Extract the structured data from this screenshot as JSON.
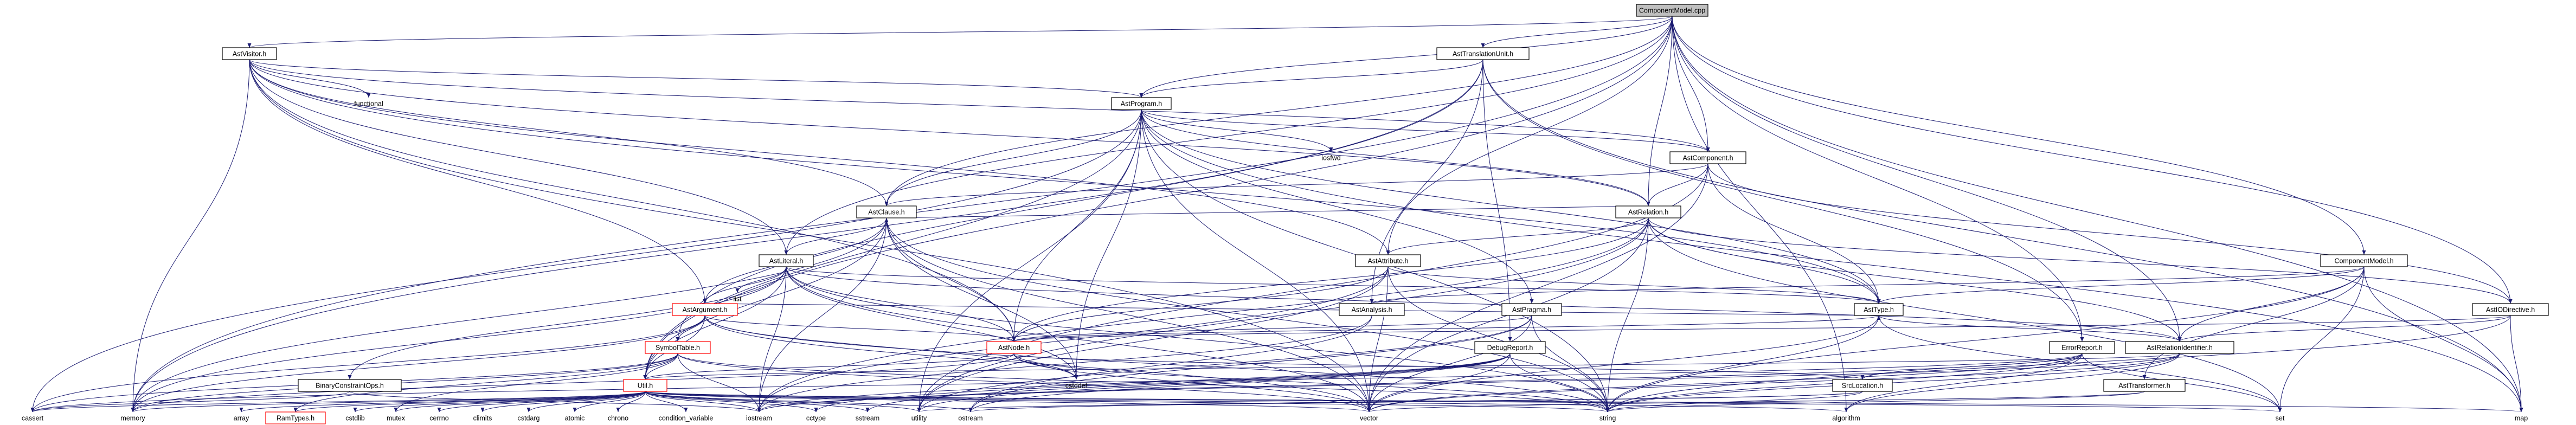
{
  "graph": {
    "title": "ComponentModel.cpp",
    "edge_color": "#191970",
    "root_fill": "#bfbfbf",
    "truncated_border": "#ff0000",
    "nodes": [
      {
        "id": "componentmodel_cpp",
        "label": "ComponentModel.cpp",
        "style": "root"
      },
      {
        "id": "astvisitor_h",
        "label": "AstVisitor.h"
      },
      {
        "id": "asttranslationunit_h",
        "label": "AstTranslationUnit.h"
      },
      {
        "id": "functional",
        "label": "functional",
        "style": "plain"
      },
      {
        "id": "astprogram_h",
        "label": "AstProgram.h"
      },
      {
        "id": "iosfwd",
        "label": "iosfwd",
        "style": "plain"
      },
      {
        "id": "astcomponent_h",
        "label": "AstComponent.h"
      },
      {
        "id": "astrelation_h",
        "label": "AstRelation.h"
      },
      {
        "id": "astclause_h",
        "label": "AstClause.h"
      },
      {
        "id": "astattribute_h",
        "label": "AstAttribute.h"
      },
      {
        "id": "componentmodel_h",
        "label": "ComponentModel.h"
      },
      {
        "id": "astliteral_h",
        "label": "AstLiteral.h"
      },
      {
        "id": "list",
        "label": "list",
        "style": "plain"
      },
      {
        "id": "astargument_h",
        "label": "AstArgument.h",
        "style": "trunc"
      },
      {
        "id": "astanalysis_h",
        "label": "AstAnalysis.h"
      },
      {
        "id": "astpragma_h",
        "label": "AstPragma.h"
      },
      {
        "id": "asttype_h",
        "label": "AstType.h"
      },
      {
        "id": "astiodirective_h",
        "label": "AstIODirective.h"
      },
      {
        "id": "symboltable_h",
        "label": "SymbolTable.h",
        "style": "trunc"
      },
      {
        "id": "astnode_h",
        "label": "AstNode.h",
        "style": "trunc"
      },
      {
        "id": "debugreport_h",
        "label": "DebugReport.h"
      },
      {
        "id": "errorreport_h",
        "label": "ErrorReport.h"
      },
      {
        "id": "astrelationidentifier_h",
        "label": "AstRelationIdentifier.h"
      },
      {
        "id": "binaryconstraintops_h",
        "label": "BinaryConstraintOps.h"
      },
      {
        "id": "cstddef",
        "label": "cstddef",
        "style": "plain"
      },
      {
        "id": "srclocation_h",
        "label": "SrcLocation.h"
      },
      {
        "id": "asttransformer_h",
        "label": "AstTransformer.h"
      },
      {
        "id": "util_h",
        "label": "Util.h",
        "style": "trunc"
      },
      {
        "id": "cassert",
        "label": "cassert",
        "style": "plain"
      },
      {
        "id": "memory",
        "label": "memory",
        "style": "plain"
      },
      {
        "id": "array",
        "label": "array",
        "style": "plain"
      },
      {
        "id": "ramtypes_h",
        "label": "RamTypes.h",
        "style": "trunc"
      },
      {
        "id": "cstdlib",
        "label": "cstdlib",
        "style": "plain"
      },
      {
        "id": "mutex",
        "label": "mutex",
        "style": "plain"
      },
      {
        "id": "cerrno",
        "label": "cerrno",
        "style": "plain"
      },
      {
        "id": "climits",
        "label": "climits",
        "style": "plain"
      },
      {
        "id": "cstdarg",
        "label": "cstdarg",
        "style": "plain"
      },
      {
        "id": "atomic",
        "label": "atomic",
        "style": "plain"
      },
      {
        "id": "chrono",
        "label": "chrono",
        "style": "plain"
      },
      {
        "id": "condition_variable",
        "label": "condition_variable",
        "style": "plain"
      },
      {
        "id": "iostream",
        "label": "iostream",
        "style": "plain"
      },
      {
        "id": "cctype",
        "label": "cctype",
        "style": "plain"
      },
      {
        "id": "sstream",
        "label": "sstream",
        "style": "plain"
      },
      {
        "id": "utility",
        "label": "utility",
        "style": "plain"
      },
      {
        "id": "ostream",
        "label": "ostream",
        "style": "plain"
      },
      {
        "id": "vector",
        "label": "vector",
        "style": "plain"
      },
      {
        "id": "string",
        "label": "string",
        "style": "plain"
      },
      {
        "id": "algorithm",
        "label": "algorithm",
        "style": "plain"
      },
      {
        "id": "set",
        "label": "set",
        "style": "plain"
      },
      {
        "id": "map",
        "label": "map",
        "style": "plain"
      }
    ],
    "edges": [
      [
        "componentmodel_cpp",
        "astvisitor_h"
      ],
      [
        "componentmodel_cpp",
        "asttranslationunit_h"
      ],
      [
        "componentmodel_cpp",
        "astprogram_h"
      ],
      [
        "componentmodel_cpp",
        "astcomponent_h"
      ],
      [
        "componentmodel_cpp",
        "astrelation_h"
      ],
      [
        "componentmodel_cpp",
        "astclause_h"
      ],
      [
        "componentmodel_cpp",
        "astliteral_h"
      ],
      [
        "componentmodel_cpp",
        "astattribute_h"
      ],
      [
        "componentmodel_cpp",
        "componentmodel_h"
      ],
      [
        "componentmodel_cpp",
        "astiodirective_h"
      ],
      [
        "componentmodel_cpp",
        "astrelationidentifier_h"
      ],
      [
        "componentmodel_cpp",
        "errorreport_h"
      ],
      [
        "componentmodel_cpp",
        "util_h"
      ],
      [
        "componentmodel_cpp",
        "memory"
      ],
      [
        "componentmodel_cpp",
        "map"
      ],
      [
        "componentmodel_cpp",
        "algorithm"
      ],
      [
        "astvisitor_h",
        "functional"
      ],
      [
        "astvisitor_h",
        "astprogram_h"
      ],
      [
        "astvisitor_h",
        "astrelation_h"
      ],
      [
        "astvisitor_h",
        "astclause_h"
      ],
      [
        "astvisitor_h",
        "astliteral_h"
      ],
      [
        "astvisitor_h",
        "astargument_h"
      ],
      [
        "astvisitor_h",
        "astattribute_h"
      ],
      [
        "astvisitor_h",
        "asttype_h"
      ],
      [
        "astvisitor_h",
        "astnode_h"
      ],
      [
        "astvisitor_h",
        "astcomponent_h"
      ],
      [
        "astvisitor_h",
        "memory"
      ],
      [
        "astvisitor_h",
        "vector"
      ],
      [
        "asttranslationunit_h",
        "astprogram_h"
      ],
      [
        "asttranslationunit_h",
        "astanalysis_h"
      ],
      [
        "asttranslationunit_h",
        "symboltable_h"
      ],
      [
        "asttranslationunit_h",
        "debugreport_h"
      ],
      [
        "asttranslationunit_h",
        "errorreport_h"
      ],
      [
        "asttranslationunit_h",
        "map"
      ],
      [
        "asttranslationunit_h",
        "memory"
      ],
      [
        "astprogram_h",
        "iosfwd"
      ],
      [
        "astprogram_h",
        "astcomponent_h"
      ],
      [
        "astprogram_h",
        "astrelation_h"
      ],
      [
        "astprogram_h",
        "astclause_h"
      ],
      [
        "astprogram_h",
        "astpragma_h"
      ],
      [
        "astprogram_h",
        "asttype_h"
      ],
      [
        "astprogram_h",
        "astnode_h"
      ],
      [
        "astprogram_h",
        "util_h"
      ],
      [
        "astprogram_h",
        "cassert"
      ],
      [
        "astprogram_h",
        "map"
      ],
      [
        "astprogram_h",
        "string"
      ],
      [
        "astprogram_h",
        "vector"
      ],
      [
        "astprogram_h",
        "utility"
      ],
      [
        "astprogram_h",
        "cstddef"
      ],
      [
        "astcomponent_h",
        "astrelation_h"
      ],
      [
        "astcomponent_h",
        "astclause_h"
      ],
      [
        "astcomponent_h",
        "astiodirective_h"
      ],
      [
        "astcomponent_h",
        "asttype_h"
      ],
      [
        "astcomponent_h",
        "vector"
      ],
      [
        "astcomponent_h",
        "utility"
      ],
      [
        "astrelation_h",
        "astclause_h"
      ],
      [
        "astrelation_h",
        "astattribute_h"
      ],
      [
        "astrelation_h",
        "astiodirective_h"
      ],
      [
        "astrelation_h",
        "astrelationidentifier_h"
      ],
      [
        "astrelation_h",
        "asttype_h"
      ],
      [
        "astrelation_h",
        "astnode_h"
      ],
      [
        "astrelation_h",
        "set"
      ],
      [
        "astrelation_h",
        "vector"
      ],
      [
        "astrelation_h",
        "string"
      ],
      [
        "astrelation_h",
        "iostream"
      ],
      [
        "astrelation_h",
        "utility"
      ],
      [
        "astclause_h",
        "astliteral_h"
      ],
      [
        "astclause_h",
        "astargument_h"
      ],
      [
        "astclause_h",
        "astnode_h"
      ],
      [
        "astclause_h",
        "util_h"
      ],
      [
        "astclause_h",
        "cstddef"
      ],
      [
        "astclause_h",
        "memory"
      ],
      [
        "astclause_h",
        "vector"
      ],
      [
        "astclause_h",
        "string"
      ],
      [
        "astclause_h",
        "iostream"
      ],
      [
        "astliteral_h",
        "list"
      ],
      [
        "astliteral_h",
        "astargument_h"
      ],
      [
        "astliteral_h",
        "astnode_h"
      ],
      [
        "astliteral_h",
        "asttype_h"
      ],
      [
        "astliteral_h",
        "binaryconstraintops_h"
      ],
      [
        "astliteral_h",
        "astrelationidentifier_h"
      ],
      [
        "astliteral_h",
        "util_h"
      ],
      [
        "astliteral_h",
        "cstddef"
      ],
      [
        "astliteral_h",
        "memory"
      ],
      [
        "astliteral_h",
        "vector"
      ],
      [
        "astliteral_h",
        "string"
      ],
      [
        "astliteral_h",
        "iostream"
      ],
      [
        "astargument_h",
        "symboltable_h"
      ],
      [
        "astargument_h",
        "astnode_h"
      ],
      [
        "astargument_h",
        "asttype_h"
      ],
      [
        "astargument_h",
        "util_h"
      ],
      [
        "astargument_h",
        "cassert"
      ],
      [
        "astargument_h",
        "memory"
      ],
      [
        "astargument_h",
        "vector"
      ],
      [
        "astargument_h",
        "string"
      ],
      [
        "astargument_h",
        "cstddef"
      ],
      [
        "astattribute_h",
        "astnode_h"
      ],
      [
        "astattribute_h",
        "asttype_h"
      ],
      [
        "astattribute_h",
        "iostream"
      ],
      [
        "astattribute_h",
        "string"
      ],
      [
        "astattribute_h",
        "utility"
      ],
      [
        "astattribute_h",
        "vector"
      ],
      [
        "componentmodel_h",
        "astanalysis_h"
      ],
      [
        "componentmodel_h",
        "asttype_h"
      ],
      [
        "componentmodel_h",
        "astrelationidentifier_h"
      ],
      [
        "componentmodel_h",
        "asttransformer_h"
      ],
      [
        "componentmodel_h",
        "string"
      ],
      [
        "componentmodel_h",
        "set"
      ],
      [
        "componentmodel_h",
        "map"
      ],
      [
        "astanalysis_h",
        "iostream"
      ],
      [
        "astanalysis_h",
        "ostream"
      ],
      [
        "astpragma_h",
        "astnode_h"
      ],
      [
        "astpragma_h",
        "ostream"
      ],
      [
        "astpragma_h",
        "string"
      ],
      [
        "astpragma_h",
        "utility"
      ],
      [
        "astpragma_h",
        "vector"
      ],
      [
        "asttype_h",
        "astnode_h"
      ],
      [
        "asttype_h",
        "astrelationidentifier_h"
      ],
      [
        "asttype_h",
        "set"
      ],
      [
        "asttype_h",
        "string"
      ],
      [
        "asttype_h",
        "vector"
      ],
      [
        "astiodirective_h",
        "astnode_h"
      ],
      [
        "astiodirective_h",
        "astrelationidentifier_h"
      ],
      [
        "astiodirective_h",
        "map"
      ],
      [
        "astiodirective_h",
        "string"
      ],
      [
        "symboltable_h",
        "util_h"
      ],
      [
        "symboltable_h",
        "cassert"
      ],
      [
        "symboltable_h",
        "iostream"
      ],
      [
        "symboltable_h",
        "memory"
      ],
      [
        "symboltable_h",
        "mutex"
      ],
      [
        "symboltable_h",
        "string"
      ],
      [
        "symboltable_h",
        "vector"
      ],
      [
        "symboltable_h",
        "ramtypes_h"
      ],
      [
        "astnode_h",
        "srclocation_h"
      ],
      [
        "astnode_h",
        "util_h"
      ],
      [
        "astnode_h",
        "cstddef"
      ],
      [
        "astnode_h",
        "memory"
      ],
      [
        "astnode_h",
        "vector"
      ],
      [
        "astnode_h",
        "string"
      ],
      [
        "debugreport_h",
        "utility"
      ],
      [
        "debugreport_h",
        "vector"
      ],
      [
        "debugreport_h",
        "string"
      ],
      [
        "debugreport_h",
        "sstream"
      ],
      [
        "debugreport_h",
        "ostream"
      ],
      [
        "debugreport_h",
        "cctype"
      ],
      [
        "debugreport_h",
        "iostream"
      ],
      [
        "errorreport_h",
        "srclocation_h"
      ],
      [
        "errorreport_h",
        "set"
      ],
      [
        "errorreport_h",
        "string"
      ],
      [
        "errorreport_h",
        "vector"
      ],
      [
        "errorreport_h",
        "algorithm"
      ],
      [
        "errorreport_h",
        "cassert"
      ],
      [
        "errorreport_h",
        "iostream"
      ],
      [
        "astrelationidentifier_h",
        "util_h"
      ],
      [
        "astrelationidentifier_h",
        "string"
      ],
      [
        "astrelationidentifier_h",
        "vector"
      ],
      [
        "astrelationidentifier_h",
        "algorithm"
      ],
      [
        "astrelationidentifier_h",
        "iostream"
      ],
      [
        "srclocation_h",
        "string"
      ],
      [
        "srclocation_h",
        "ostream"
      ],
      [
        "srclocation_h",
        "utility"
      ],
      [
        "asttransformer_h",
        "string"
      ],
      [
        "asttransformer_h",
        "vector"
      ],
      [
        "binaryconstraintops_h",
        "cassert"
      ],
      [
        "binaryconstraintops_h",
        "iostream"
      ],
      [
        "util_h",
        "algorithm"
      ],
      [
        "util_h",
        "array"
      ],
      [
        "util_h",
        "atomic"
      ],
      [
        "util_h",
        "cassert"
      ],
      [
        "util_h",
        "cctype"
      ],
      [
        "util_h",
        "cerrno"
      ],
      [
        "util_h",
        "chrono"
      ],
      [
        "util_h",
        "climits"
      ],
      [
        "util_h",
        "condition_variable"
      ],
      [
        "util_h",
        "cstdarg"
      ],
      [
        "util_h",
        "cstdlib"
      ],
      [
        "util_h",
        "iostream"
      ],
      [
        "util_h",
        "map"
      ],
      [
        "util_h",
        "memory"
      ],
      [
        "util_h",
        "mutex"
      ],
      [
        "util_h",
        "ostream"
      ],
      [
        "util_h",
        "set"
      ],
      [
        "util_h",
        "sstream"
      ],
      [
        "util_h",
        "string"
      ],
      [
        "util_h",
        "utility"
      ],
      [
        "util_h",
        "vector"
      ],
      [
        "util_h",
        "ramtypes_h"
      ]
    ]
  }
}
